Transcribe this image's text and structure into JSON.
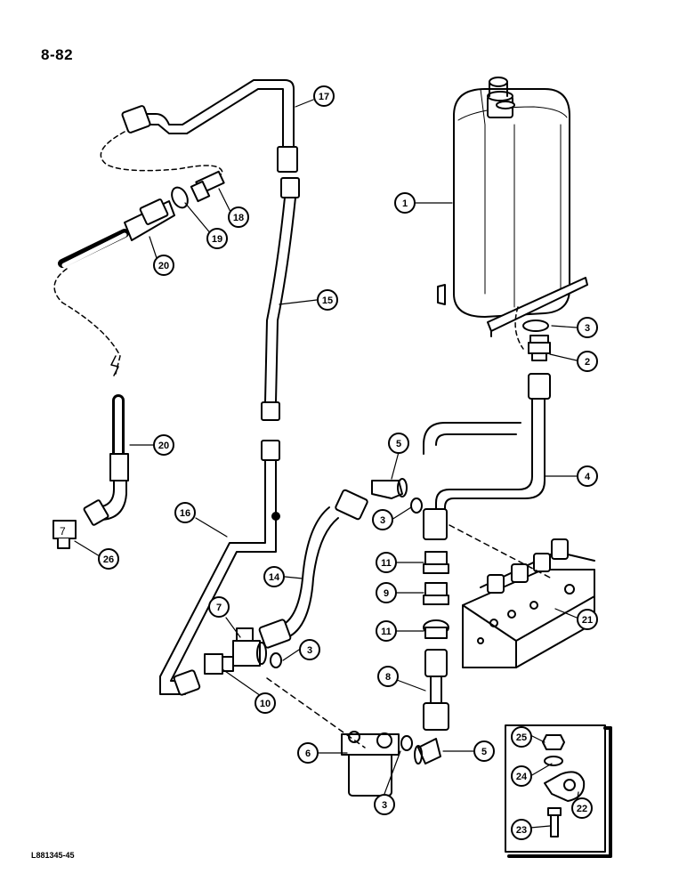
{
  "page": {
    "number": "8-82",
    "figure_code": "L881345-45"
  },
  "callouts": [
    {
      "id": "c1",
      "label": "1"
    },
    {
      "id": "c2",
      "label": "2"
    },
    {
      "id": "c3a",
      "label": "3"
    },
    {
      "id": "c3b",
      "label": "3"
    },
    {
      "id": "c3c",
      "label": "3"
    },
    {
      "id": "c3d",
      "label": "3"
    },
    {
      "id": "c4",
      "label": "4"
    },
    {
      "id": "c5a",
      "label": "5"
    },
    {
      "id": "c5b",
      "label": "5"
    },
    {
      "id": "c6",
      "label": "6"
    },
    {
      "id": "c7",
      "label": "7"
    },
    {
      "id": "c8",
      "label": "8"
    },
    {
      "id": "c9",
      "label": "9"
    },
    {
      "id": "c10",
      "label": "10"
    },
    {
      "id": "c11a",
      "label": "11"
    },
    {
      "id": "c11b",
      "label": "11"
    },
    {
      "id": "c14",
      "label": "14"
    },
    {
      "id": "c15",
      "label": "15"
    },
    {
      "id": "c16",
      "label": "16"
    },
    {
      "id": "c17",
      "label": "17"
    },
    {
      "id": "c18",
      "label": "18"
    },
    {
      "id": "c19",
      "label": "19"
    },
    {
      "id": "c20a",
      "label": "20"
    },
    {
      "id": "c20b",
      "label": "20"
    },
    {
      "id": "c21",
      "label": "21"
    },
    {
      "id": "c22",
      "label": "22"
    },
    {
      "id": "c23",
      "label": "23"
    },
    {
      "id": "c24",
      "label": "24"
    },
    {
      "id": "c25",
      "label": "25"
    },
    {
      "id": "c26",
      "label": "26"
    }
  ]
}
